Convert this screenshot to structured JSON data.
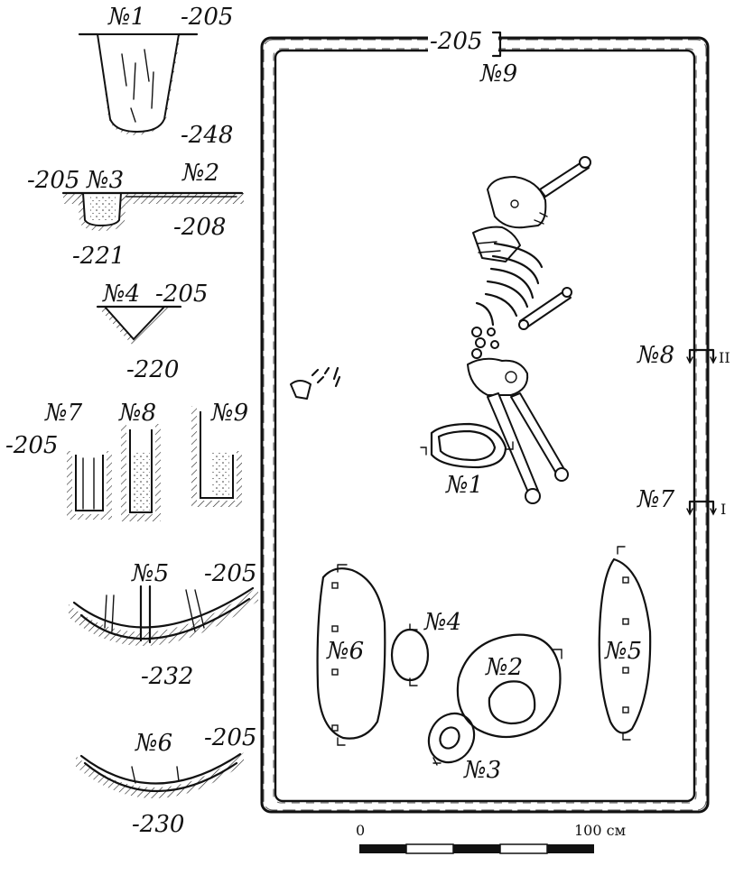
{
  "sections": {
    "p1": {
      "label": "№1",
      "top": "-205",
      "bottom": "-248"
    },
    "p2p3": {
      "left": "-205",
      "label3": "№3",
      "label2": "№2",
      "right": "-208",
      "bottom": "-221"
    },
    "p4": {
      "label": "№4",
      "top": "-205",
      "bottom": "-220"
    },
    "p789": {
      "label7": "№7",
      "label8": "№8",
      "label9": "№9",
      "level": "-205"
    },
    "p5": {
      "label": "№5",
      "top": "-205",
      "bottom": "-232"
    },
    "p6": {
      "label": "№6",
      "top": "-205",
      "bottom": "-230"
    }
  },
  "plan": {
    "top_level": "-205",
    "post9": "№9",
    "post8": "№8",
    "post8_mark": "II",
    "post7": "№7",
    "post7_mark": "I",
    "pit1": "№1",
    "pit2": "№2",
    "pit3": "№3",
    "pit4": "№4",
    "pit5": "№5",
    "pit6": "№6"
  },
  "scale": {
    "start": "0",
    "end": "100 см"
  }
}
